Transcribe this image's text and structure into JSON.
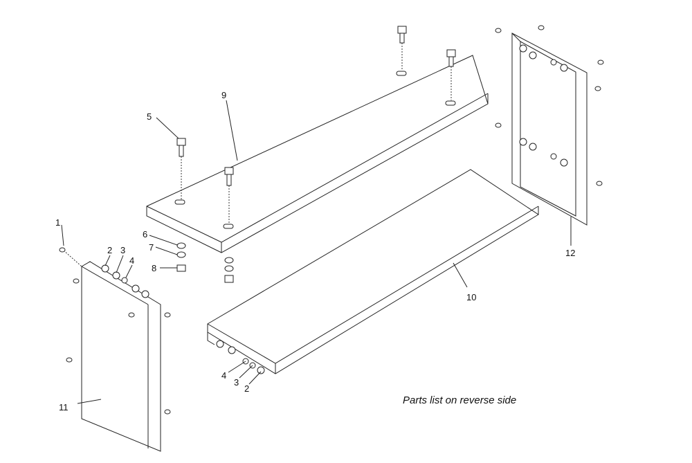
{
  "labels": {
    "l1": "1",
    "l2a": "2",
    "l3a": "3",
    "l4a": "4",
    "l5": "5",
    "l6": "6",
    "l7": "7",
    "l8": "8",
    "l9": "9",
    "l10": "10",
    "l11": "11",
    "l12": "12",
    "l2b": "2",
    "l3b": "3",
    "l4b": "4"
  },
  "note": "Parts list on reverse side"
}
